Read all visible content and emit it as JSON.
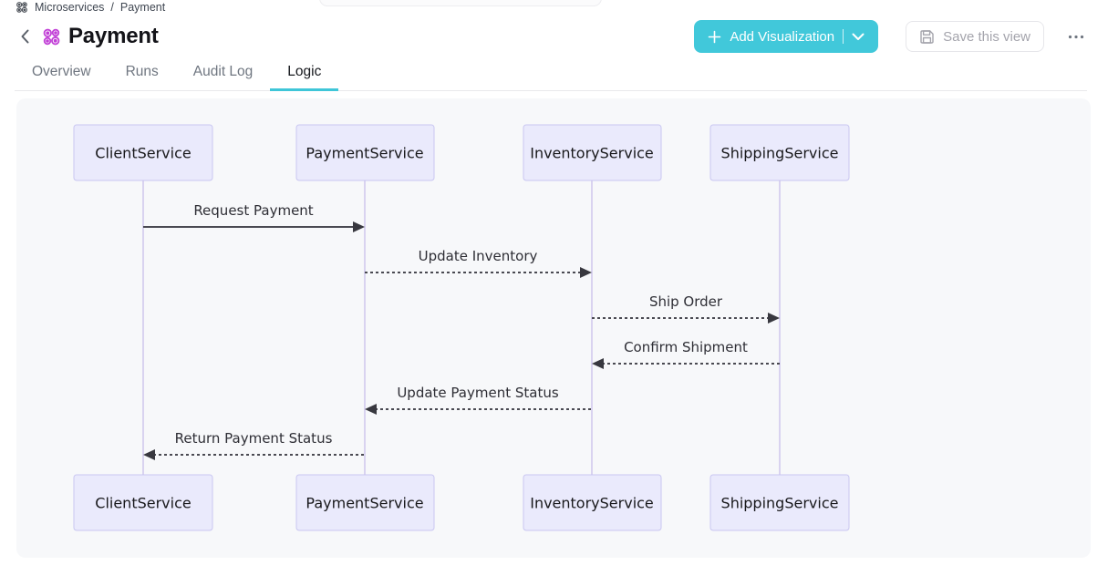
{
  "breadcrumb": {
    "root": "Microservices",
    "separator": "/",
    "current": "Payment"
  },
  "header": {
    "title": "Payment"
  },
  "tabs": [
    {
      "label": "Overview",
      "active": false
    },
    {
      "label": "Runs",
      "active": false
    },
    {
      "label": "Audit Log",
      "active": false
    },
    {
      "label": "Logic",
      "active": true
    }
  ],
  "toolbar": {
    "add_visualization": {
      "label": "Add Visualization"
    },
    "save_view": {
      "label": "Save this view"
    }
  },
  "colors": {
    "accent_teal": "#41c8da",
    "tab_underline": "#3fc6d8",
    "brand_purple": "#c13fd6",
    "panel_bg": "#f7f8fa",
    "actor_fill": "#eaeafc",
    "actor_border": "#c9c6f1",
    "lifeline": "#d9d3f0",
    "arrow": "#4a4a52"
  },
  "diagram": {
    "type": "sequence",
    "participants": [
      {
        "name": "ClientService"
      },
      {
        "name": "PaymentService"
      },
      {
        "name": "InventoryService"
      },
      {
        "name": "ShippingService"
      }
    ],
    "messages": [
      {
        "label": "Request Payment",
        "from": "ClientService",
        "to": "PaymentService",
        "line": "solid"
      },
      {
        "label": "Update Inventory",
        "from": "PaymentService",
        "to": "InventoryService",
        "line": "dashed"
      },
      {
        "label": "Ship Order",
        "from": "InventoryService",
        "to": "ShippingService",
        "line": "dashed"
      },
      {
        "label": "Confirm Shipment",
        "from": "ShippingService",
        "to": "InventoryService",
        "line": "dashed"
      },
      {
        "label": "Update Payment Status",
        "from": "InventoryService",
        "to": "PaymentService",
        "line": "dashed"
      },
      {
        "label": "Return Payment Status",
        "from": "PaymentService",
        "to": "ClientService",
        "line": "dashed"
      }
    ]
  }
}
